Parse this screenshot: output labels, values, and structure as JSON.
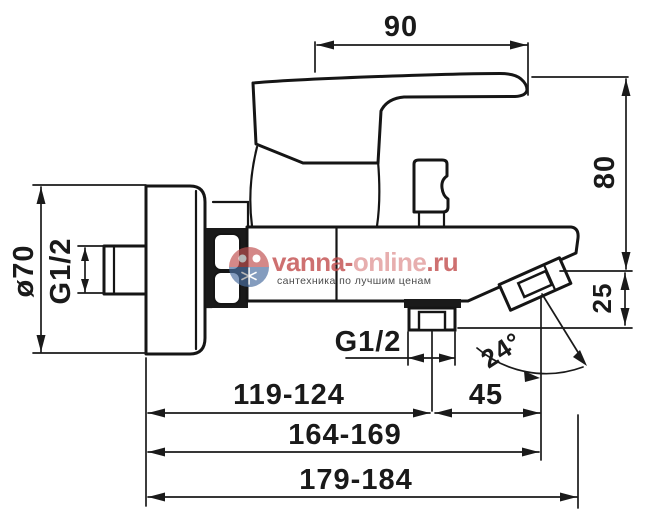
{
  "diagram": {
    "type": "technical-drawing",
    "subject": "wall-mounted bath mixer tap, side view with installation dimensions",
    "units": "mm",
    "dimensions": {
      "lever_length": "90",
      "top_to_spout_height": "80",
      "spout_to_hose_height": "25",
      "flange_diameter": "ø70",
      "inlet_thread": "G1/2",
      "hose_outlet_thread": "G1/2",
      "stream_angle": "24°",
      "outlet_to_spout_tip": "45",
      "wall_to_outlet": "119-124",
      "wall_to_spout_tip": "164-169",
      "overall_depth": "179-184"
    },
    "colors": {
      "line": "#1a1a1a",
      "brand_red": "#c34d4d",
      "brand_light_red": "#e29a9a",
      "tagline_blue": "#9db1cf",
      "logo_red": "#c05050",
      "logo_blue": "#4a6fa0"
    }
  },
  "watermark": {
    "brand_prefix": "vanna-",
    "brand_mid": "online",
    "brand_suffix": ".ru",
    "tagline": "сантехника по лучшим ценам"
  }
}
